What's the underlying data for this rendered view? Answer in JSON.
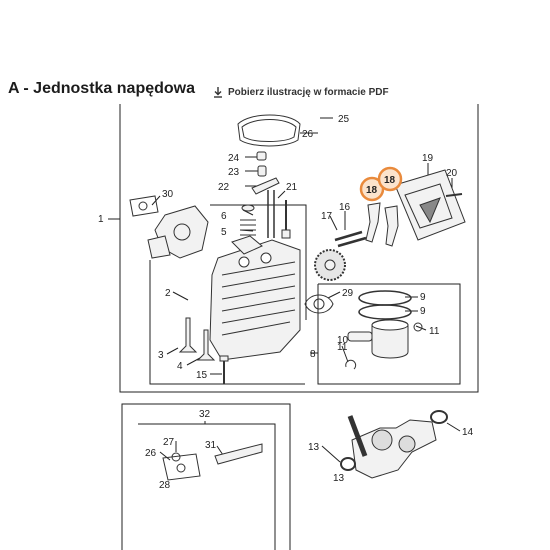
{
  "header": {
    "title": "A - Jednostka napędowa",
    "pdf_link_label": "Pobierz ilustrację w formacie PDF",
    "pdf_icon": "download-icon"
  },
  "diagram": {
    "highlight_color": "#e98a3c",
    "highlighted_parts": [
      "18",
      "18"
    ],
    "labels": [
      "25",
      "26",
      "24",
      "23",
      "22",
      "21",
      "19",
      "20",
      "30",
      "1",
      "18",
      "18",
      "17",
      "16",
      "6",
      "5",
      "2",
      "29",
      "9",
      "9",
      "10",
      "11",
      "8",
      "11",
      "3",
      "4",
      "15",
      "32",
      "27",
      "31",
      "26",
      "28",
      "14",
      "13",
      "13"
    ]
  }
}
